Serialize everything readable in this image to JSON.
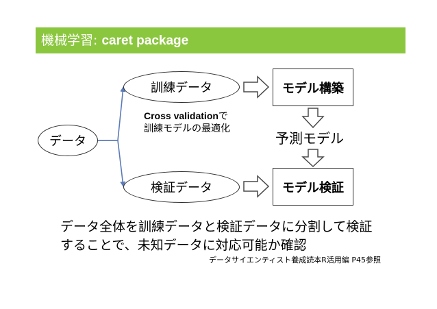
{
  "header": {
    "title_main": "機械学習",
    "title_sep": ": ",
    "title_sub": "caret package",
    "color": "#8bc63f"
  },
  "diagram": {
    "data_node": "データ",
    "train_node": "訓練データ",
    "test_node": "検証データ",
    "build_node": "モデル構築",
    "verify_node": "モデル検証",
    "predict_label": "予測モデル",
    "cv_note": {
      "line1_bold": "Cross validation",
      "line1_tail": "で",
      "line2": "訓練モデルの最適化"
    }
  },
  "summary": {
    "line1": "データ全体を訓練データと検証データに分割して検証",
    "line2": "することで、未知データに対応可能か確認"
  },
  "reference": "データサイエンティスト養成読本R活用編 P45参照",
  "colors": {
    "line": "#5b7bb8",
    "block_arrow": "#4a4a4a"
  }
}
